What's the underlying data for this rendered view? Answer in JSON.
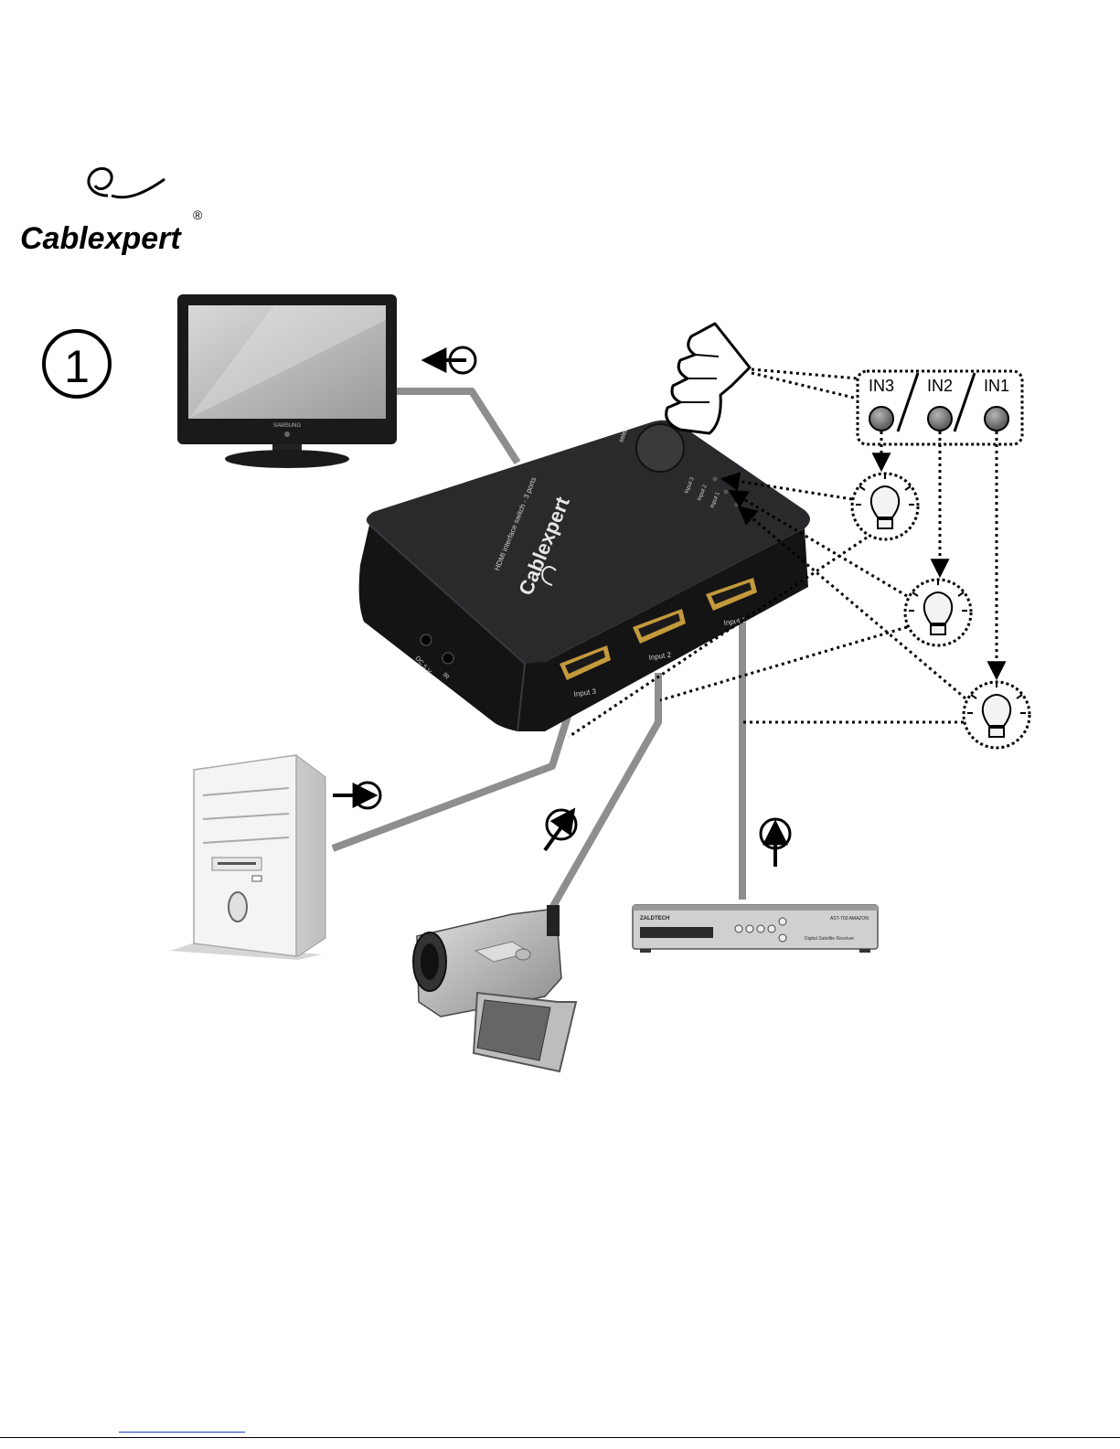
{
  "brand": {
    "name": "Cablexpert",
    "registered_mark": "®"
  },
  "step": {
    "number": "1"
  },
  "indicator_panel": {
    "labels": [
      "IN3",
      "IN2",
      "IN1"
    ]
  },
  "switch": {
    "brand": "Cablexpert",
    "product": "HDMI interface switch - 3 ports",
    "button_label": "select",
    "led_labels": [
      "Input 3",
      "Input 2",
      "Input 1"
    ],
    "port_labels": [
      "Input 3",
      "Input 2",
      "Input 1"
    ],
    "power_label": "DC 5 V",
    "ir_label": "IR"
  },
  "devices": {
    "monitor_brand": "SAMSUNG",
    "receiver_brand": "ZALDTECH",
    "receiver_model": "AST-700 AMAZON",
    "receiver_caption": "Digital Satellite Receiver"
  },
  "colors": {
    "cable": "#8e8e8e",
    "device_body": "#1d1d1f",
    "port_gold": "#c49a3c",
    "led": "#7a7a7a"
  }
}
